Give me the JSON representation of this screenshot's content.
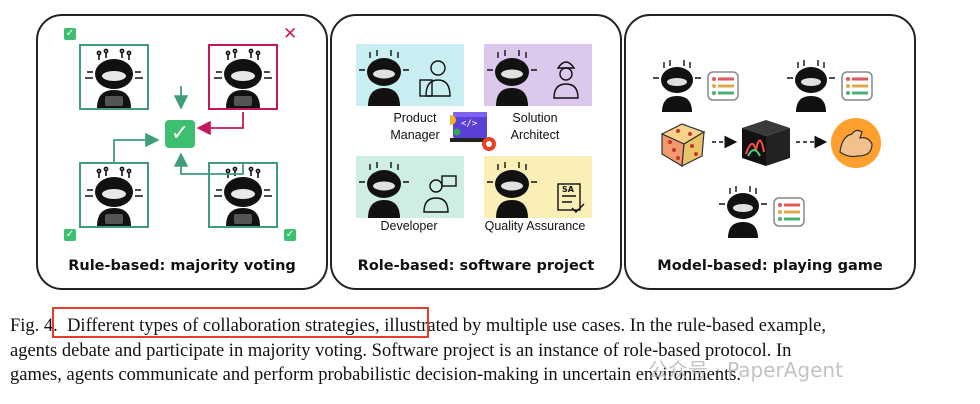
{
  "panels": {
    "rule": {
      "title": "Rule-based: majority voting"
    },
    "role": {
      "title": "Role-based: software project",
      "roles": {
        "product_manager": "Product Manager",
        "product_manager_line1": "Product",
        "product_manager_line2": "Manager",
        "solution_architect_line1": "Solution",
        "solution_architect_line2": "Architect",
        "developer": "Developer",
        "quality_assurance": "Quality Assurance"
      },
      "code_icon_text": "</>",
      "qa_badge_text": "SA"
    },
    "model": {
      "title": "Model-based: playing game"
    }
  },
  "caption": {
    "label": "Fig. 4.",
    "highlight": "Different types of collaboration strategies",
    "line1_rest": ", illustrated by multiple use cases. In the rule-based example,",
    "line2": "agents debate and participate in majority voting. Software project is an instance of role-based protocol. In",
    "line3": "games, agents communicate and perform probabilistic decision-making in uncertain environments."
  },
  "watermark": "公众号 · PaperAgent",
  "colors": {
    "vote_green": "#3f9e78",
    "vote_red": "#c2185b",
    "check_green": "#3cbf6e",
    "highlight_box": "#e53a2e",
    "pm_bg": "#c8eef2",
    "sa_bg": "#dcc8ec",
    "dev_bg": "#cdeee0",
    "qa_bg": "#fbefb8"
  }
}
